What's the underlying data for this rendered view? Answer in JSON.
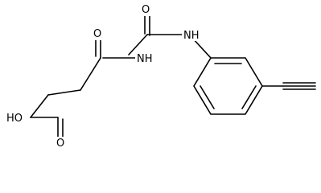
{
  "molecule": {
    "atoms": {
      "oxygen_top_urea": "O",
      "nh_right": "NH",
      "nh_left": "NH",
      "oxygen_top_amide": "O",
      "hydroxyl": "HO",
      "oxygen_bottom_acid": "O"
    },
    "colors": {
      "bond": "#000000",
      "label": "#000000",
      "background": "#ffffff"
    }
  }
}
